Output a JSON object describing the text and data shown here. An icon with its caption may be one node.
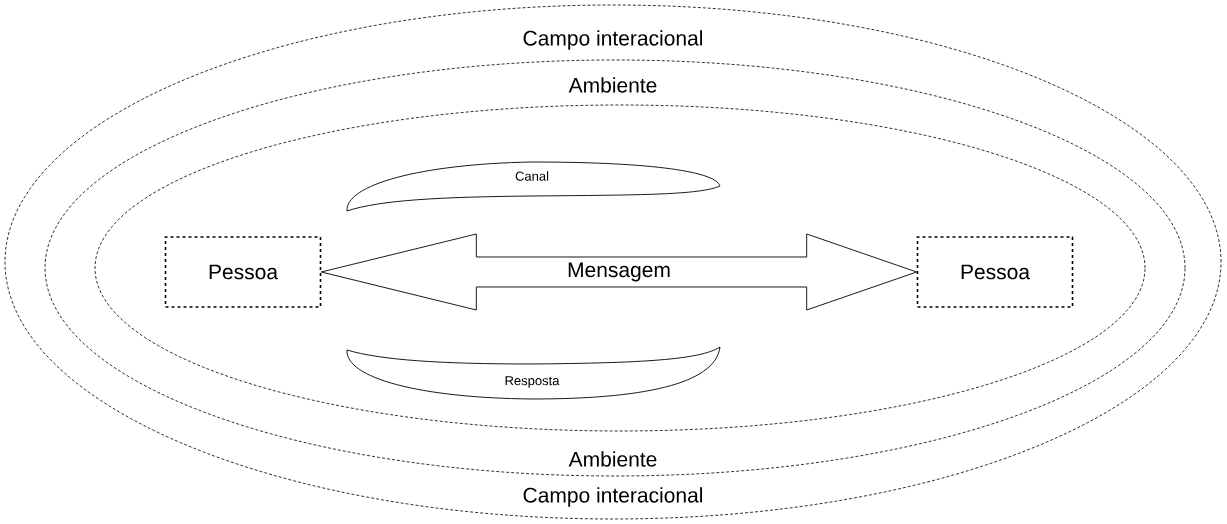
{
  "diagram": {
    "nodes": [
      {
        "text": [
          "Campo interacional",
          "Campo interacional"
        ]
      },
      {
        "text": [
          "Ambiente",
          "Ambiente"
        ],
        "in": 0
      },
      {
        "text": [],
        "shape": "ellipse",
        "in": 1
      },
      {
        "text": [
          "Pessoa"
        ],
        "in": 2
      },
      {
        "text": [
          "Canal"
        ],
        "in": 2
      },
      {
        "text": [
          "Resposta"
        ],
        "in": 2
      },
      {
        "text": [
          "Pessoa"
        ],
        "in": 2
      }
    ],
    "edges": [
      {
        "from": 3,
        "to": 6,
        "arrow": "both",
        "label": "Mensagem"
      }
    ]
  }
}
